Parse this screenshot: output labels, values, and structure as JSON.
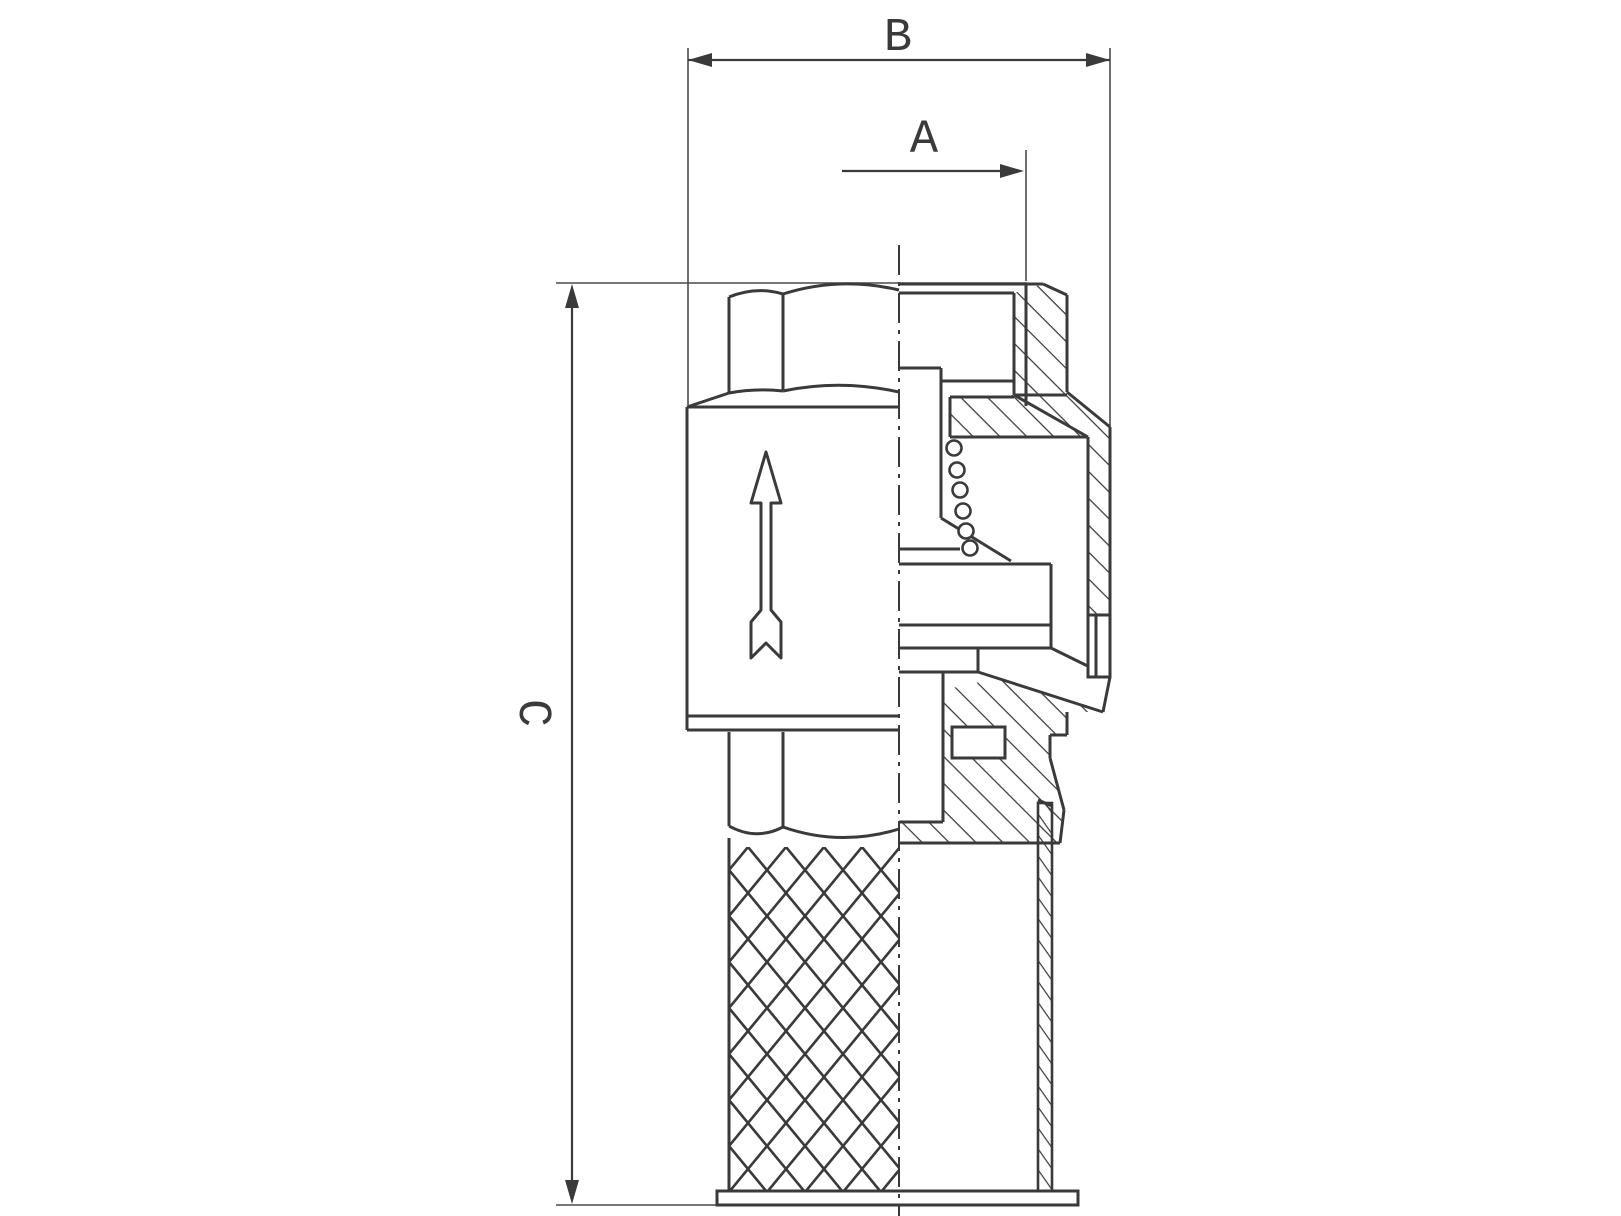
{
  "page": {
    "background": "#ffffff",
    "line_color": "#3a3a3c"
  },
  "drawing": {
    "kind": "engineering-sectional-drawing",
    "subject": "foot valve with spring check, strainer screen and bottom flange (half section)",
    "flow_direction": "up",
    "dimensions": {
      "a": {
        "label": "A",
        "orientation": "horizontal"
      },
      "b": {
        "label": "B",
        "orientation": "horizontal"
      },
      "c": {
        "label": "C",
        "orientation": "vertical"
      }
    },
    "parts": [
      "hex-cap-nut",
      "valve-body",
      "flow-direction-arrow",
      "male-thread-port",
      "seat-bushing",
      "spring-coils",
      "valve-disc",
      "stem-guide",
      "retaining-ring",
      "lower-hex-section",
      "strainer-mesh",
      "strainer-wall",
      "base-flange",
      "centerline"
    ]
  }
}
